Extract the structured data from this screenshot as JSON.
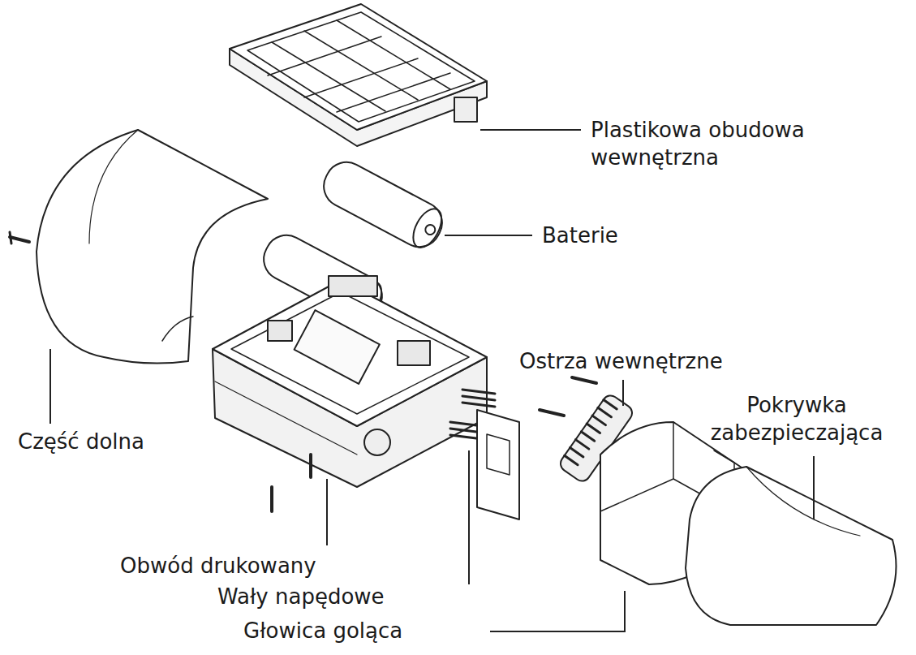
{
  "diagram": {
    "labels": [
      "Plastikowa obudowa wewnętrzna",
      "Baterie",
      "Ostrza wewnętrzne",
      "Pokrywka zabezpieczająca",
      "Część dolna",
      "Obwód drukowany",
      "Wały napędowe",
      "Głowica goląca"
    ]
  }
}
